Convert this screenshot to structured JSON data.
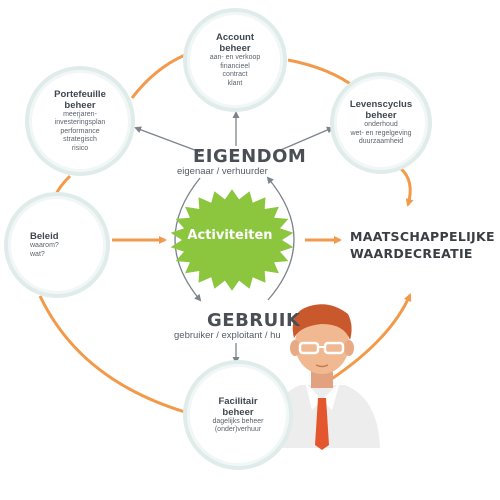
{
  "center": {
    "label": "Activiteiten",
    "color": "#8cc63f"
  },
  "ownership": {
    "title": "EIGENDOM",
    "subtitle": "eigenaar / verhuurder"
  },
  "usage": {
    "title": "GEBRUIK",
    "subtitle": "gebruiker / exploitant / hu"
  },
  "outcome": {
    "line1": "MAATSCHAPPELIJKE",
    "line2": "WAARDECREATIE"
  },
  "nodes": {
    "account": {
      "title_line1": "Account",
      "title_line2": "beheer",
      "items": [
        "aan- en verkoop",
        "financieel",
        "contract",
        "klant"
      ]
    },
    "portefeuille": {
      "title_line1": "Portefeuille",
      "title_line2": "beheer",
      "items": [
        "meerjaren-",
        "investeringsplan",
        "performance",
        "strategisch",
        "risico"
      ]
    },
    "levenscyclus": {
      "title_line1": "Levenscyclus",
      "title_line2": "beheer",
      "items": [
        "onderhoud",
        "wet- en regelgeving",
        "duurzaamheid"
      ]
    },
    "beleid": {
      "title_line1": "Beleid",
      "items": [
        "waarom?",
        "wat?"
      ]
    },
    "facilitair": {
      "title_line1": "Facilitair",
      "title_line2": "beheer",
      "items": [
        "dagelijks beheer",
        "(onder)verhuur"
      ]
    }
  },
  "colors": {
    "cycle": "#f29a4a",
    "arrow_grey": "#7b848c",
    "node_ring": "#dfecea"
  }
}
